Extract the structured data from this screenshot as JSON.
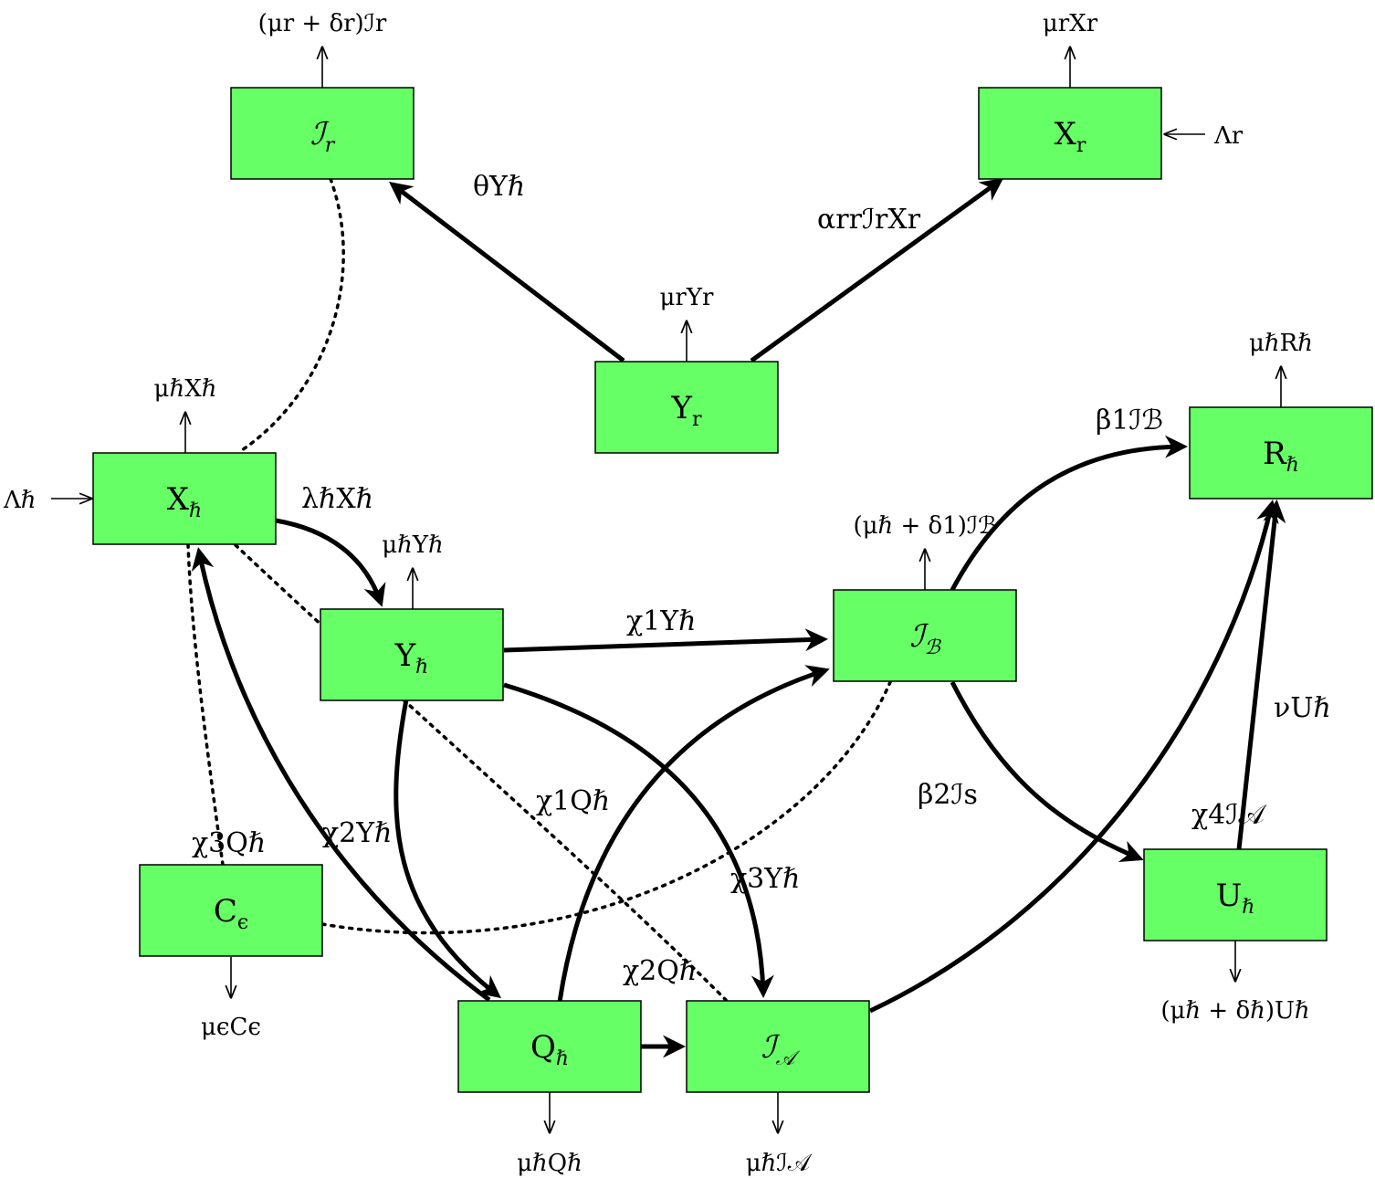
{
  "nodes": {
    "Ir": {
      "main": "ℐ",
      "sub": "r"
    },
    "Xr": {
      "main": "X",
      "sub": "r"
    },
    "Yr": {
      "main": "Y",
      "sub": "r"
    },
    "Xh": {
      "main": "X",
      "sub": "ℏ"
    },
    "Yh": {
      "main": "Y",
      "sub": "ℏ"
    },
    "Rh": {
      "main": "R",
      "sub": "ℏ"
    },
    "IB": {
      "main": "ℐ",
      "sub": "ℬ"
    },
    "Uh": {
      "main": "U",
      "sub": "ℏ"
    },
    "Ce": {
      "main": "C",
      "sub": "ϵ"
    },
    "Qh": {
      "main": "Q",
      "sub": "ℏ"
    },
    "IA": {
      "main": "ℐ",
      "sub": "𝒜"
    }
  },
  "edge_labels": {
    "theta_Yh": "θYℏ",
    "alpha_rr": "αrrℐrXr",
    "lambda_h": "λℏXℏ",
    "chi1_Yh": "χ1Yℏ",
    "beta1_IB": "β1ℐℬ",
    "chi2_Yh": "χ2Yℏ",
    "chi3_Yh": "χ3Yℏ",
    "chi1_Qh": "χ1Qℏ",
    "chi2_Qh": "χ2Qℏ",
    "chi3_Qh": "χ3Qℏ",
    "beta2_Is": "β2ℐs",
    "nu_Uh": "νUℏ",
    "chi4_IA": "χ4ℐ𝒜"
  },
  "flow_labels": {
    "Ir_out": "(μr + δr)ℐr",
    "Xr_out": "μrXr",
    "Xr_in": "Λr",
    "Yr_out": "μrYr",
    "Rh_out": "μℏRℏ",
    "Xh_out": "μℏXℏ",
    "Xh_in": "Λℏ",
    "Yh_out": "μℏYℏ",
    "IB_out": "(μℏ + δ1)ℐℬ",
    "Uh_out": "(μℏ + δℏ)Uℏ",
    "Ce_out": "μϵCϵ",
    "Qh_out": "μℏQℏ",
    "IA_out": "μℏℐ𝒜"
  }
}
